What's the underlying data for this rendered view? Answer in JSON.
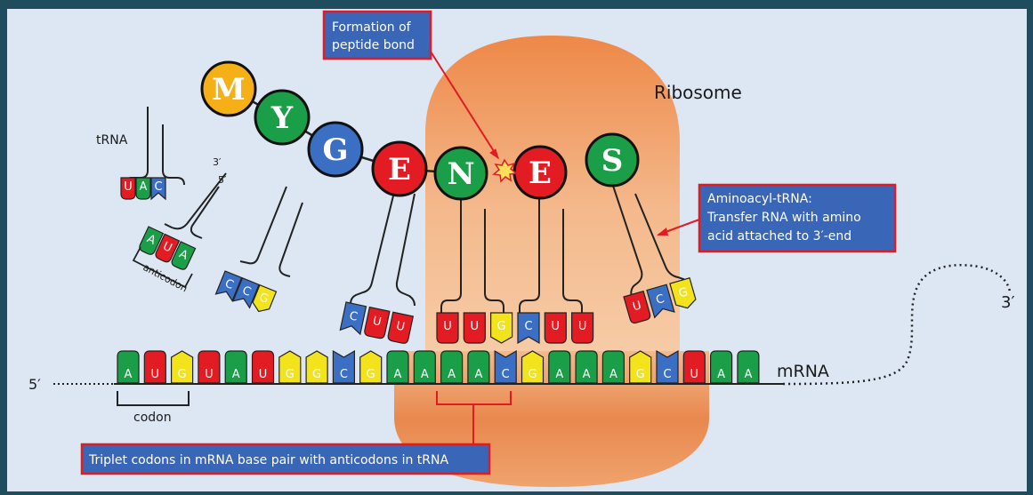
{
  "colors": {
    "frame": "#1f4d5e",
    "panel": "#dde7f4",
    "ribosome_top": "#ee8848",
    "ribosome_bottom": "#f6cba6",
    "callout_fill": "#3a66b7",
    "callout_border": "#e11b22",
    "A": "#1a9e48",
    "U": "#e21c22",
    "G": "#f2e31c",
    "C": "#3b6fc4",
    "aa_yellow": "#f5b018",
    "aa_green": "#1a9e48",
    "aa_blue": "#3b6fc4",
    "aa_red": "#e21c22"
  },
  "labels": {
    "ribosome": "Ribosome",
    "trna": "tRNA",
    "three_prime": "3′",
    "five_prime": "5′",
    "anticodon": "anticodon",
    "codon": "codon",
    "mrna": "mRNA",
    "mrna_5": "5′",
    "mrna_3": "3′"
  },
  "callouts": {
    "peptide_line1": "Formation of",
    "peptide_line2": "peptide bond",
    "aminoacyl_line1": "Aminoacyl-tRNA:",
    "aminoacyl_line2": "Transfer RNA with amino",
    "aminoacyl_line3": "acid attached to 3′-end",
    "triplet": "Triplet codons in mRNA base pair with anticodons in tRNA"
  },
  "mrna_sequence": [
    "A",
    "U",
    "G",
    "U",
    "A",
    "U",
    "G",
    "G",
    "C",
    "G",
    "A",
    "A",
    "A",
    "A",
    "C",
    "G",
    "A",
    "A",
    "A",
    "G",
    "C",
    "U",
    "A",
    "A"
  ],
  "peptide_chain": [
    {
      "letter": "M",
      "color": "aa_yellow"
    },
    {
      "letter": "Y",
      "color": "aa_green"
    },
    {
      "letter": "G",
      "color": "aa_blue"
    },
    {
      "letter": "E",
      "color": "aa_red"
    },
    {
      "letter": "N",
      "color": "aa_green"
    }
  ],
  "incoming_amino_acids": [
    {
      "letter": "E",
      "color": "aa_red"
    },
    {
      "letter": "S",
      "color": "aa_green"
    }
  ],
  "anticodons": {
    "free_trna_1": [
      "U",
      "A",
      "C"
    ],
    "free_trna_2": [
      "A",
      "U",
      "A"
    ],
    "free_trna_3": [
      "C",
      "C",
      "G"
    ],
    "exit_trna": [
      "C",
      "U",
      "U"
    ],
    "p_site_trna": [
      "U",
      "U",
      "G"
    ],
    "a_site_trna": [
      "C",
      "U",
      "U"
    ],
    "incoming_trna": [
      "U",
      "C",
      "G"
    ]
  }
}
